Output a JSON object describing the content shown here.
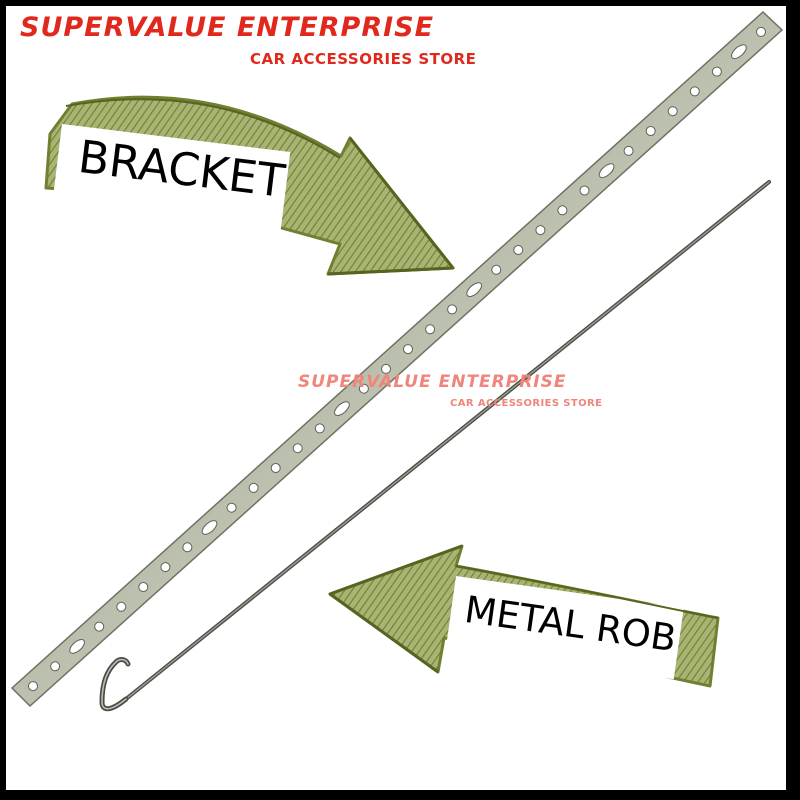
{
  "brand": {
    "title": "SUPERVALUE ENTERPRISE",
    "subtitle": "CAR ACCESSORIES STORE"
  },
  "watermark": {
    "title": "SUPERVALUE ENTERPRISE",
    "subtitle": "CAR ACCESSORIES STORE"
  },
  "labels": {
    "bracket": "BRACKET",
    "metal_rod": "METAL ROB"
  },
  "colors": {
    "brand_red": "#e0281c",
    "arrow_green": "#7d8f3c",
    "frame": "#000000"
  },
  "icons": {
    "bracket_arrow": "curved-arrow-right",
    "rod_arrow": "curved-arrow-left"
  }
}
